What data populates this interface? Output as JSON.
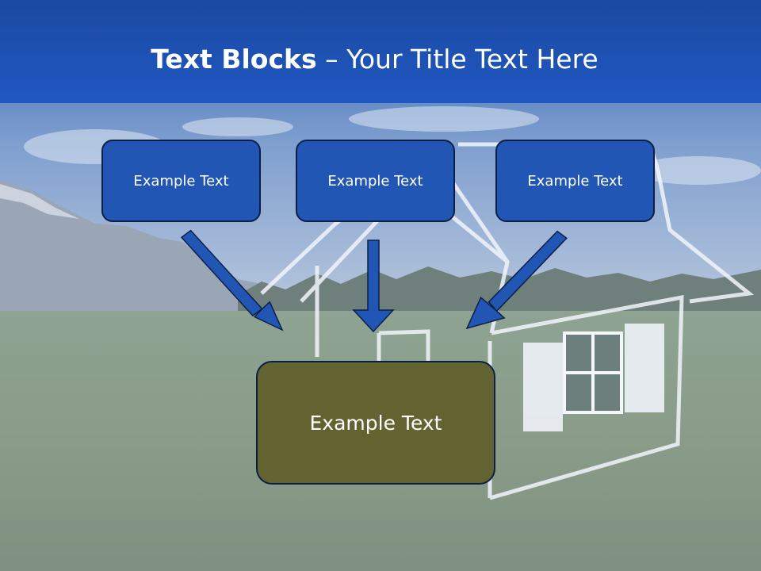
{
  "title": {
    "bold": "Text Blocks",
    "dash": " – ",
    "rest": "Your Title Text Here"
  },
  "boxes": {
    "top": [
      "Example Text",
      "Example Text",
      "Example Text"
    ],
    "bottom": "Example Text"
  },
  "colors": {
    "title_bar": "#1c4fb0",
    "box_blue": "#2256b4",
    "box_olive": "#636331",
    "arrow": "#2256b4",
    "box_border": "#0d1f45"
  },
  "background": [
    "sky",
    "mountains",
    "grass-field",
    "house-outline-sketch"
  ],
  "arrows": [
    "arrow-diagonal-right",
    "arrow-down",
    "arrow-diagonal-left"
  ]
}
